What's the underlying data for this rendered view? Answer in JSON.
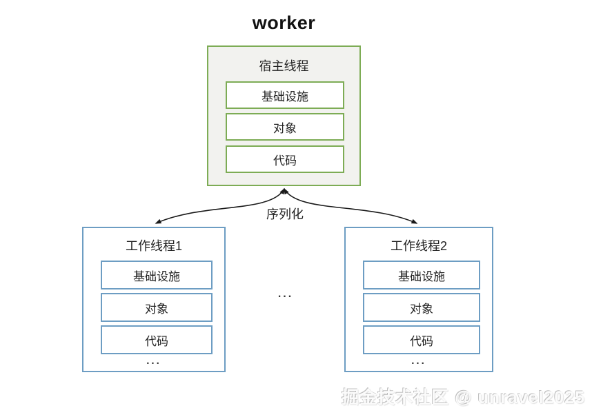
{
  "title": "worker",
  "host": {
    "label": "宿主线程",
    "items": [
      "基础设施",
      "对象",
      "代码"
    ]
  },
  "arrow_label": "序列化",
  "workers": [
    {
      "label": "工作线程1",
      "items": [
        "基础设施",
        "对象",
        "代码"
      ],
      "more": "..."
    },
    {
      "label": "工作线程2",
      "items": [
        "基础设施",
        "对象",
        "代码"
      ],
      "more": "..."
    }
  ],
  "middle_ellipsis": "...",
  "watermark": "掘金技术社区 @ unravel2025",
  "colors": {
    "host_border": "#7dac55",
    "host_background": "#f2f2ef",
    "worker_border": "#6d9dc3",
    "arrow_stroke": "#1a1a1a",
    "text": "#222222",
    "title_text": "#111111"
  }
}
